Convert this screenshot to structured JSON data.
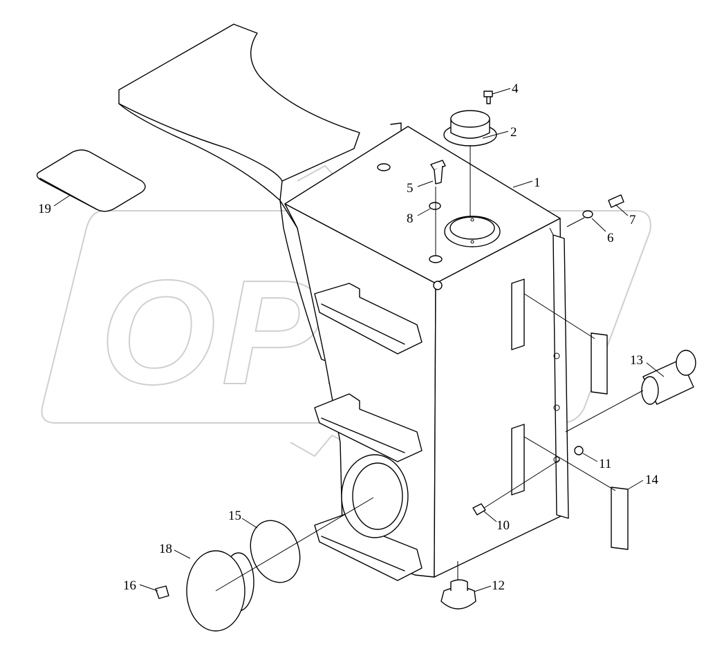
{
  "watermark": {
    "text": "OPEX"
  },
  "callouts": [
    {
      "id": "c1",
      "label": "1"
    },
    {
      "id": "c2",
      "label": "2"
    },
    {
      "id": "c4",
      "label": "4"
    },
    {
      "id": "c5",
      "label": "5"
    },
    {
      "id": "c6",
      "label": "6"
    },
    {
      "id": "c7",
      "label": "7"
    },
    {
      "id": "c8",
      "label": "8"
    },
    {
      "id": "c10",
      "label": "10"
    },
    {
      "id": "c11",
      "label": "11"
    },
    {
      "id": "c12",
      "label": "12"
    },
    {
      "id": "c13",
      "label": "13"
    },
    {
      "id": "c14",
      "label": "14"
    },
    {
      "id": "c15",
      "label": "15"
    },
    {
      "id": "c16",
      "label": "16"
    },
    {
      "id": "c18",
      "label": "18"
    },
    {
      "id": "c19",
      "label": "19"
    }
  ],
  "colors": {
    "line": "#000000",
    "watermark": "#cfcfcf",
    "background": "#ffffff"
  }
}
